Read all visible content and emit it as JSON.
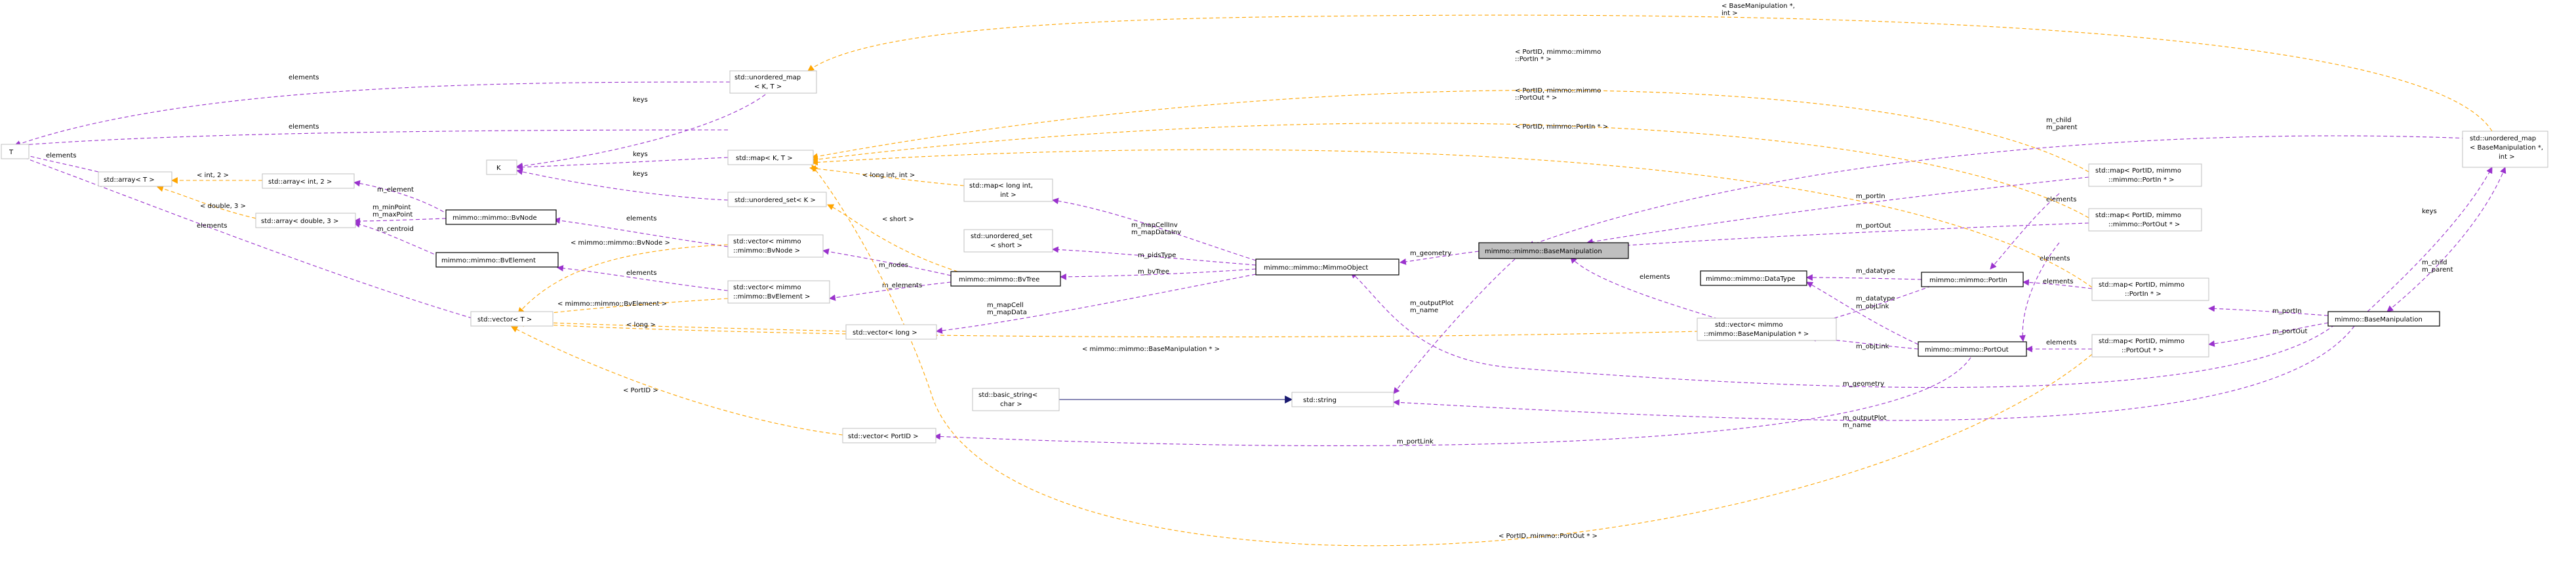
{
  "nodes": {
    "T": "T",
    "K": "K",
    "unordered_map_KT": [
      "std::unordered_map",
      "< K, T >"
    ],
    "map_KT": "std::map< K, T >",
    "array_T": "std::array< T >",
    "array_int2": "std::array< int, 2 >",
    "array_double3": "std::array< double, 3 >",
    "bvnode": "mimmo::mimmo::BvNode",
    "bvelement": "mimmo::mimmo::BvElement",
    "vector_T": "std::vector< T >",
    "unordered_set_K": "std::unordered_set< K >",
    "vector_bvnode": [
      "std::vector< mimmo",
      "::mimmo::BvNode >"
    ],
    "vector_bvelement": [
      "std::vector< mimmo",
      "::mimmo::BvElement >"
    ],
    "vector_long": "std::vector< long >",
    "map_longint": [
      "std::map< long int,",
      "int >"
    ],
    "unordered_set_short": [
      "std::unordered_set",
      "< short >"
    ],
    "bvtree": "mimmo::mimmo::BvTree",
    "mimmoobject": "mimmo::mimmo::MimmoObject",
    "basemanip_focus": "mimmo::mimmo::BaseManipulation",
    "basic_string": [
      "std::basic_string<",
      "char >"
    ],
    "string": "std::string",
    "vector_portid": "std::vector< PortID >",
    "datatype": "mimmo::mimmo::DataType",
    "portin": "mimmo::mimmo::PortIn",
    "portout": "mimmo::mimmo::PortOut",
    "vector_basemanip": [
      "std::vector< mimmo",
      "::mimmo::BaseManipulation * >"
    ],
    "map_portid_portin_full": [
      "std::map< PortID, mimmo",
      "::mimmo::PortIn * >"
    ],
    "map_portid_portout_full": [
      "std::map< PortID, mimmo",
      "::mimmo::PortOut * >"
    ],
    "map_portid_portin_short": [
      "std::map< PortID, mimmo",
      "::PortIn * >"
    ],
    "map_portid_portout_short": [
      "std::map< PortID, mimmo",
      "::PortOut * >"
    ],
    "unordered_map_basemanip": [
      "std::unordered_map",
      "< BaseManipulation *,",
      "int >"
    ],
    "basemanip": "mimmo::BaseManipulation"
  },
  "edges": {
    "e_elements_um": "elements",
    "e_keys_um": "keys",
    "e_elements_map": "elements",
    "e_keys_map": "keys",
    "e_keys_us": "keys",
    "e_elements_arr": "elements",
    "e_int2": "< int, 2 >",
    "e_double3": "< double, 3 >",
    "e_m_element": "m_element",
    "e_m_minpoint": [
      "m_minPoint",
      "m_maxPoint"
    ],
    "e_m_centroid": "m_centroid",
    "e_elements_vecT": "elements",
    "e_elements_vbn": "elements",
    "e_elements_vbe": "elements",
    "e_tpl_bvnode": "< mimmo::mimmo::BvNode >",
    "e_tpl_bvelement": "< mimmo::mimmo::BvElement >",
    "e_tpl_long": "< long >",
    "e_tpl_basemanip": "< mimmo::mimmo::BaseManipulation * >",
    "e_tpl_portid": "< PortID >",
    "e_tpl_short": "< short >",
    "e_tpl_longint": "< long int, int >",
    "e_m_nodes": "m_nodes",
    "e_m_elements": "m_elements",
    "e_m_mapcell": [
      "m_mapCell",
      "m_mapData"
    ],
    "e_m_mapcellinv": [
      "m_mapCellInv",
      "m_mapDataInv"
    ],
    "e_m_pidstype": "m_pidsType",
    "e_m_bvtree": "m_bvTree",
    "e_m_geometry": "m_geometry",
    "e_m_outputplot": [
      "m_outputPlot",
      "m_name"
    ],
    "e_m_portin": "m_portIn",
    "e_m_portout": "m_portOut",
    "e_elements_vbm": "elements",
    "e_m_datatype1": "m_datatype",
    "e_m_datatype2": "m_datatype",
    "e_m_objlink1": "m_objLink",
    "e_m_objlink2": "m_objLink",
    "e_elements_mpi": "elements",
    "e_elements_mpo": "elements",
    "e_elements_mpi2": "elements",
    "e_elements_mpo2": "elements",
    "e_m_portlink": "m_portLink",
    "e_m_child_top": [
      "m_child",
      "m_parent"
    ],
    "e_tpl_portid_portin_full": [
      "< PortID, mimmo::mimmo",
      "::PortIn * >"
    ],
    "e_tpl_portid_portout_full": [
      "< PortID, mimmo::mimmo",
      "::PortOut * >"
    ],
    "e_tpl_portid_portin_short": "< PortID, mimmo::PortIn * >",
    "e_tpl_portid_portout_short": "< PortID, mimmo::PortOut * >",
    "e_tpl_basemanip_int": [
      "< BaseManipulation *,",
      "int >"
    ],
    "e_keys_umb": "keys",
    "e_m_child_right": [
      "m_child",
      "m_parent"
    ],
    "e_m_portin_r": "m_portIn",
    "e_m_portout_r": "m_portOut",
    "e_m_geometry_r": "m_geometry",
    "e_m_outputplot_r": [
      "m_outputPlot",
      "m_name"
    ]
  }
}
